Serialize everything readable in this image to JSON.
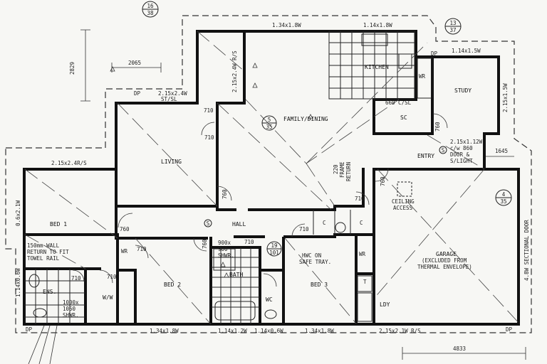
{
  "rooms": {
    "kitchen": "KITCHEN",
    "study": "STUDY",
    "family_dining": "FAMILY/DINING",
    "living": "LIVING",
    "bed1": "BED 1",
    "hall": "HALL",
    "garage": "GARAGE",
    "garage_note1": "(EXCLUDED FROM",
    "garage_note2": "THERMAL ENVELOPE)",
    "bed2": "BED 2",
    "bath": "BATH",
    "bed3": "BED 3",
    "ens": "ENS.",
    "wiw": "W/W",
    "wc": "WC",
    "ldy": "LDY",
    "sc": "SC",
    "entry": "ENTRY",
    "wr1": "WR",
    "wr2": "WR",
    "wr3": "WR"
  },
  "windows": {
    "w_top1": "1.34x1.8W",
    "w_top2": "1.14x1.8W",
    "w_study_top": "1.14x1.5W",
    "w_study_side": "2.15x1.5W",
    "w_fam": "2.15x2.4W R/S",
    "w_st": "2.15x2.4W",
    "w_st2": "ST/SL",
    "w_bed1_top": "2.15x2.4R/S",
    "w_bed1_side": "0.6x2.1W",
    "w_ens": "1.14x0.6W",
    "w_bot1": "1.34x1.8W",
    "w_bot2": "1.14x1.2W",
    "w_bot3": "1.14x0.6W",
    "w_bot4": "1.34x1.8W",
    "w_bot5": "2.15x2.1W R/S",
    "garage_door": "4.8W SECTIONAL DOOR",
    "entry_door1": "2.15x1.12W",
    "entry_door2": "c/w 860",
    "entry_door3": "DOOR &",
    "entry_door4": "S/LIGHT"
  },
  "notes": {
    "c_sl": "660 C/SL",
    "frame1": "220",
    "frame2": "FRAME",
    "frame3": "RETURN",
    "ceiling1": "CEILING",
    "ceiling2": "ACCESS",
    "wall1": "150mm WALL",
    "wall2": "RETURN TO FIT",
    "wall3": "TOWEL RAIL",
    "shwr1": "900x",
    "shwr2": "900",
    "shwr3": "SHWR.",
    "ens_shwr1": "1000x",
    "ens_shwr2": "1050",
    "ens_shwr3": "SHWR.",
    "hwc1": "HWC ON",
    "hwc2": "SAFE TRAY.",
    "dp1": "DP",
    "dp2": "DP",
    "dp3": "DP",
    "dp4": "DP",
    "c1": "C",
    "c2": "C",
    "t": "T",
    "s1": "S",
    "s2": "S",
    "s3": "S"
  },
  "doors": [
    "710",
    "710",
    "710",
    "760",
    "760",
    "760",
    "710",
    "710",
    "760",
    "710",
    "710",
    "760",
    "710"
  ],
  "dimensions": {
    "d_2065": "2065",
    "d_2829": "2829",
    "d_1645": "1645",
    "d_4833": "4833"
  },
  "section_markers": [
    {
      "top": "16",
      "bottom": "38"
    },
    {
      "top": "13",
      "bottom": "37"
    },
    {
      "top": "5",
      "bottom": "35"
    },
    {
      "top": "4",
      "bottom": "35"
    },
    {
      "top": "19",
      "bottom": "101"
    }
  ]
}
